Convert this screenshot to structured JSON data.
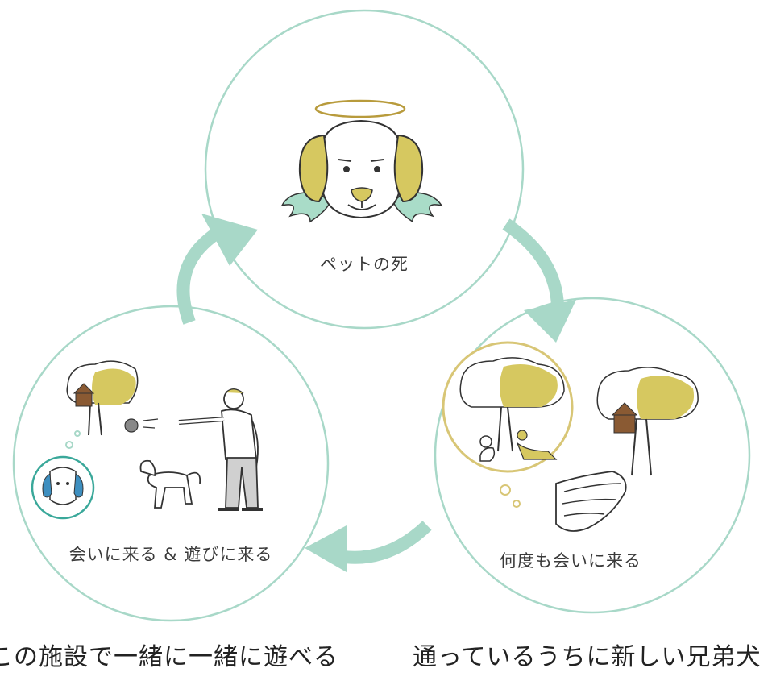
{
  "colors": {
    "ring": "#a8d8c8",
    "arrow": "#a8d8c8",
    "ear": "#d6c860",
    "wing": "#a9dcc8",
    "ink": "#333333",
    "thought_ring": "#d8c676",
    "avatar_ear": "#3e8fc0"
  },
  "nodes": {
    "top": {
      "label": "ペットの死",
      "icon": "angel-dog-icon"
    },
    "right": {
      "label": "何度も会いに来る",
      "icon": "memorial-tree-icon"
    },
    "left": {
      "label": "会いに来る & 遊びに来る",
      "icon": "play-fetch-icon"
    }
  },
  "captions": {
    "left": "この施設で一緒に一緒に遊べる",
    "right": "通っているうちに新しい兄弟犬"
  }
}
